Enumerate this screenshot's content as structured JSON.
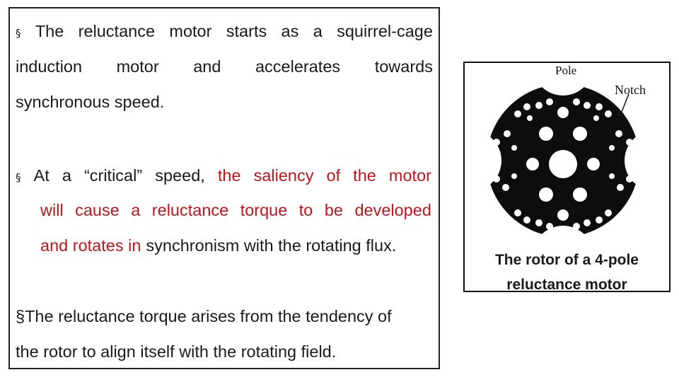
{
  "bullets": {
    "b1_l1": [
      "§",
      "The",
      "reluctance",
      "motor",
      "starts",
      "as",
      "a",
      "squirrel-cage"
    ],
    "b1_l2": [
      "induction",
      "motor",
      "and",
      "accelerates",
      "towards"
    ],
    "b1_l3": "synchronous speed.",
    "b2_l1_black": [
      "§",
      "At",
      "a",
      "“critical”",
      "speed,"
    ],
    "b2_l1_red": [
      "the",
      "saliency",
      "of",
      "the",
      "motor"
    ],
    "b2_l2_red": [
      "will",
      "cause",
      "a",
      "reluctance",
      "torque",
      "to",
      "be",
      "developed"
    ],
    "b2_l3_red": "and rotates in",
    "b2_l3_black": "synchronism with the rotating flux.",
    "b3_l1": "§The reluctance torque arises from the tendency of",
    "b3_l2": "the rotor to align itself with the rotating field."
  },
  "figure": {
    "label_pole": "Pole",
    "label_notch": "Notch",
    "caption_line1": "The rotor of a 4-pole",
    "caption_line2": "reluctance motor"
  }
}
